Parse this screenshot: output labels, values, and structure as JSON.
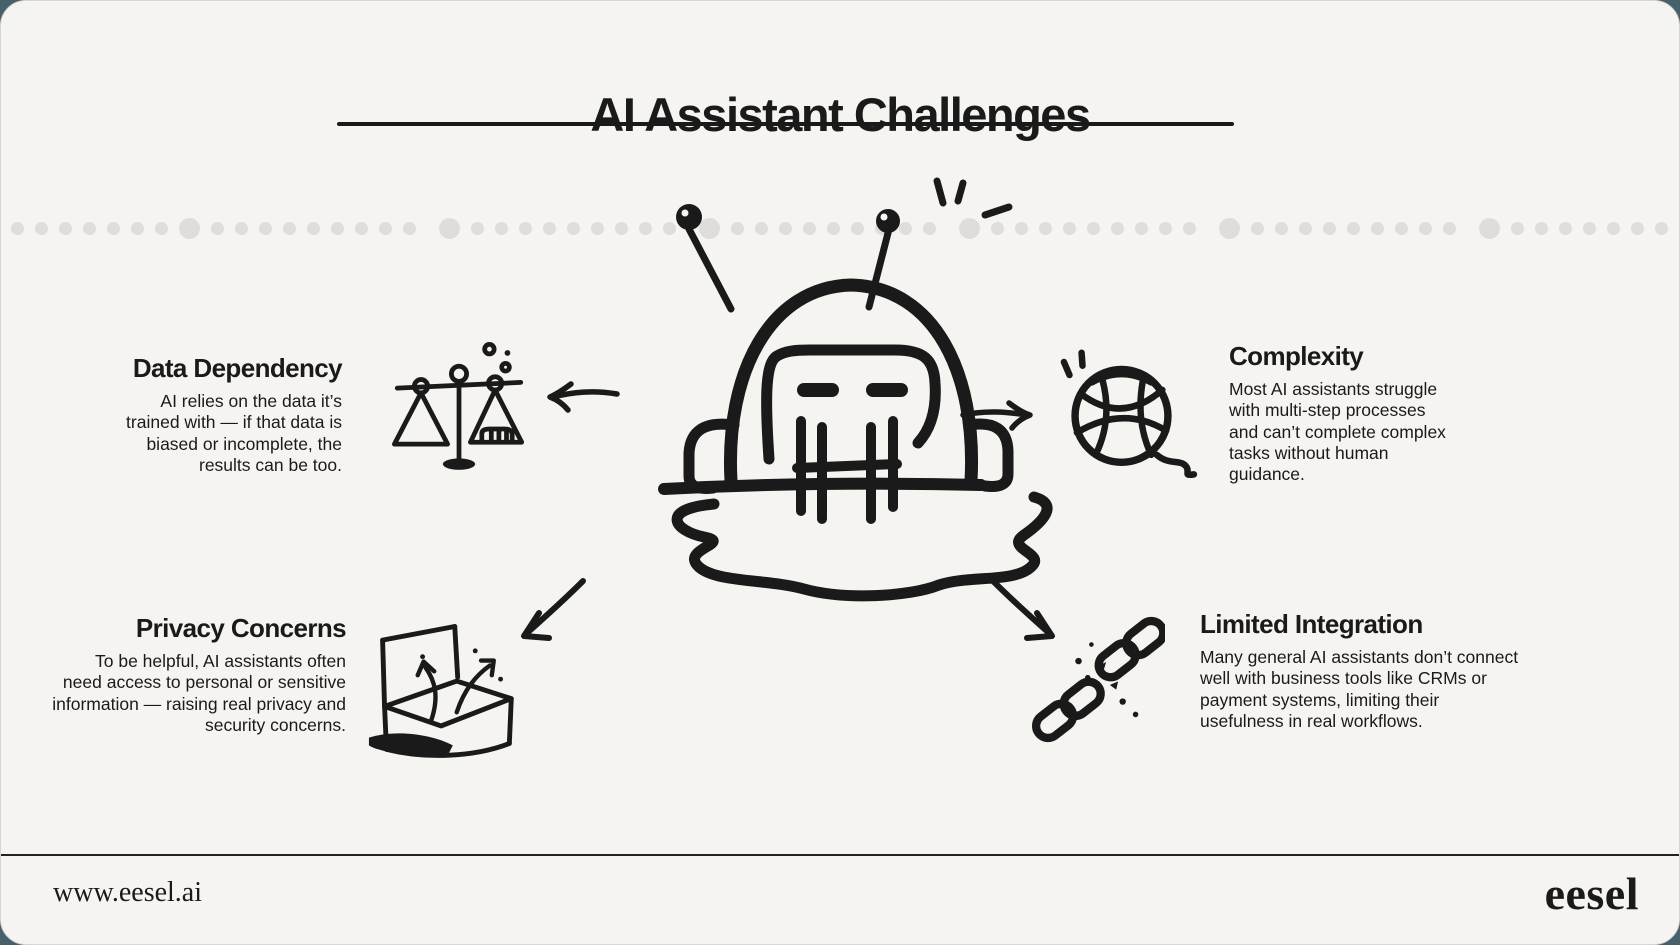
{
  "title": "AI Assistant Challenges",
  "sections": {
    "data_dependency": {
      "heading": "Data Dependency",
      "body_lines": [
        "AI relies on the data it’s",
        "trained with — if that data is",
        "biased or incomplete, the",
        "results can be too."
      ],
      "icon": "balance-scale-icon"
    },
    "complexity": {
      "heading": "Complexity",
      "body_lines": [
        "Most AI assistants struggle",
        "with multi-step processes",
        "and can’t complete complex",
        "tasks without human",
        "guidance."
      ],
      "icon": "yarn-ball-icon"
    },
    "privacy_concerns": {
      "heading": "Privacy Concerns",
      "body_lines": [
        "To be helpful, AI assistants often",
        "need access to personal or sensitive",
        "information — raising real privacy and",
        "security concerns."
      ],
      "icon": "open-box-icon"
    },
    "limited_integration": {
      "heading": "Limited Integration",
      "body_lines": [
        "Many general AI assistants don’t connect",
        "well with business tools like CRMs or",
        "payment systems, limiting their",
        "usefulness in real workflows."
      ],
      "icon": "broken-chain-icon"
    }
  },
  "center_illustration": "melting-robot",
  "footer": {
    "url": "www.eesel.ai",
    "logo": "eesel"
  },
  "colors": {
    "background": "#f5f4f1",
    "ink": "#1a1a1a",
    "dots": "#dedddb",
    "outer": "#46616b"
  }
}
